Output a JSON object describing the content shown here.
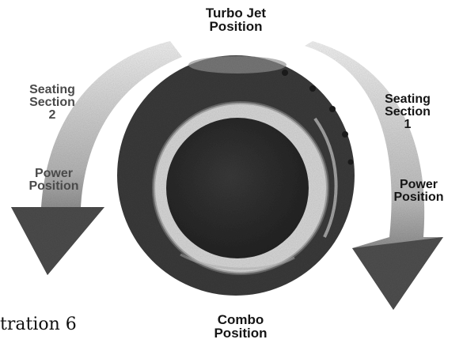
{
  "diagram": {
    "labels": {
      "top_line1": "Turbo Jet",
      "top_line2": "Position",
      "bottom_line1": "Combo",
      "bottom_line2": "Position",
      "left_seating_line1": "Seating",
      "left_seating_line2": "Section",
      "left_seating_num": "2",
      "left_power_line1": "Power",
      "left_power_line2": "Position",
      "right_seating_line1": "Seating",
      "right_seating_line2": "Section",
      "right_seating_num": "1",
      "right_power_line1": "Power",
      "right_power_line2": "Position"
    },
    "caption": "tration 6",
    "colors": {
      "dial_dark": "#3a3a3a",
      "ring_light": "#d8d8d8",
      "center": "#2e2e2e",
      "arrow_dark": "#4a4a4a",
      "arrow_light": "#dcdcdc"
    }
  }
}
